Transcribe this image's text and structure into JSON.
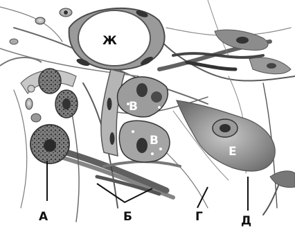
{
  "diagram": {
    "labels": {
      "A": "А",
      "B": "Б",
      "V1": "В",
      "V2": "В",
      "G": "Г",
      "D": "Д",
      "E": "Е",
      "ZH": "Ж"
    }
  }
}
